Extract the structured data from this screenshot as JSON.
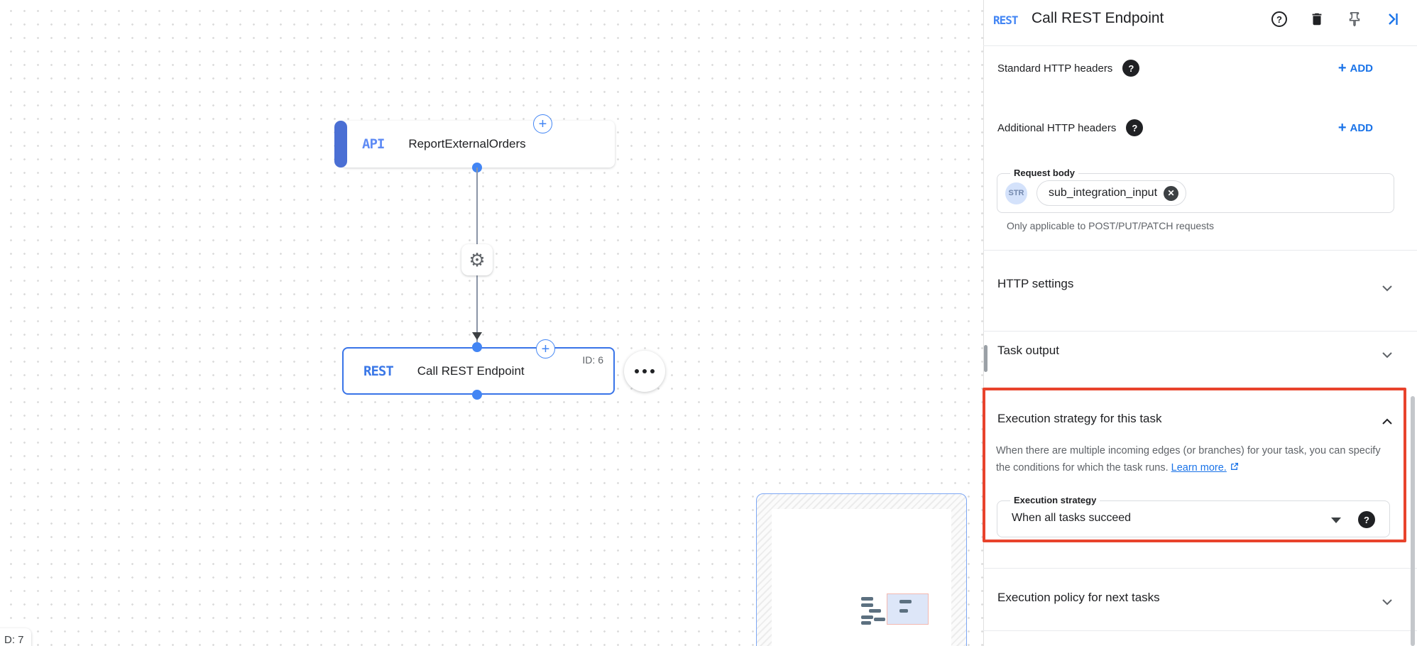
{
  "canvas": {
    "api_node": {
      "badge": "API",
      "title": "ReportExternalOrders"
    },
    "rest_node": {
      "badge": "REST",
      "title": "Call REST Endpoint",
      "id_label": "ID: 6"
    },
    "corner_card_label": "D: 7"
  },
  "icons": {
    "help_glyph": "?",
    "gear_glyph": "⚙",
    "plus_glyph": "+",
    "close_glyph": "✕"
  },
  "panel": {
    "header": {
      "badge": "REST",
      "title": "Call REST Endpoint"
    },
    "standard_headers": {
      "label": "Standard HTTP headers",
      "add_label": "ADD"
    },
    "additional_headers": {
      "label": "Additional HTTP headers",
      "add_label": "ADD"
    },
    "request_body": {
      "label": "Request body",
      "type_badge": "STR",
      "chip_value": "sub_integration_input",
      "helper": "Only applicable to POST/PUT/PATCH requests"
    },
    "http_settings": {
      "title": "HTTP settings"
    },
    "task_output": {
      "title": "Task output"
    },
    "execution_strategy": {
      "title": "Execution strategy for this task",
      "description": "When there are multiple incoming edges (or branches) for your task, you can specify the conditions for which the task runs.",
      "link_label": "Learn more.",
      "field_label": "Execution strategy",
      "field_value": "When all tasks succeed"
    },
    "execution_policy": {
      "title": "Execution policy for next tasks"
    }
  },
  "colors": {
    "accent_blue": "#1a73e8",
    "node_blue": "#4285f4",
    "highlight_red": "#e8432c"
  }
}
